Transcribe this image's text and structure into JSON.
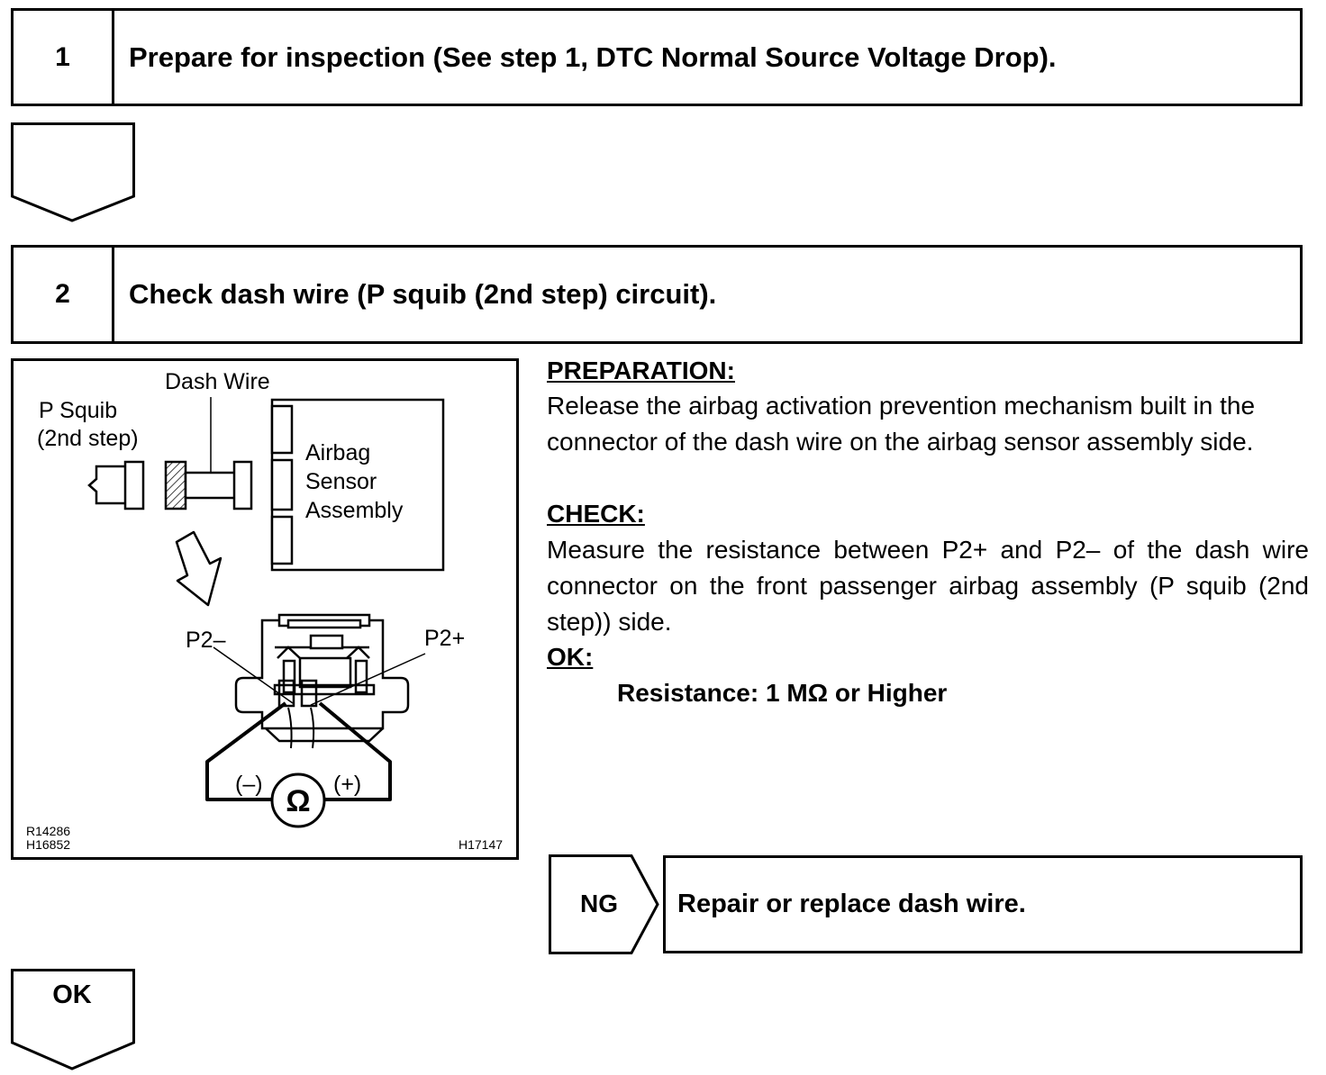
{
  "step1": {
    "number": "1",
    "title": "Prepare for inspection (See step 1, DTC Normal Source Voltage Drop)."
  },
  "step2": {
    "number": "2",
    "title": "Check dash wire (P squib (2nd step) circuit)."
  },
  "figure": {
    "label_dash_wire": "Dash Wire",
    "label_p_squib_1": "P Squib",
    "label_p_squib_2": "(2nd step)",
    "label_sensor_1": "Airbag",
    "label_sensor_2": "Sensor",
    "label_sensor_3": "Assembly",
    "label_p2_minus": "P2–",
    "label_p2_plus": "P2+",
    "label_minus": "(–)",
    "label_plus": "(+)",
    "label_ohm": "Ω",
    "code_1": "R14286",
    "code_2": "H16852",
    "code_3": "H17147"
  },
  "preparation": {
    "heading": "PREPARATION:",
    "text": "Release the airbag activation prevention mechanism built in the connector of the dash wire on the airbag sensor assembly side."
  },
  "check": {
    "heading": "CHECK:",
    "text": "Measure the resistance between P2+ and P2– of the dash wire connector on the front passenger airbag assembly (P squib (2nd step)) side."
  },
  "ok_spec": {
    "heading": "OK:",
    "spec": "Resistance: 1 MΩ or Higher"
  },
  "ng_branch": {
    "label": "NG",
    "action": "Repair or replace dash wire."
  },
  "ok_branch": {
    "label": "OK"
  }
}
